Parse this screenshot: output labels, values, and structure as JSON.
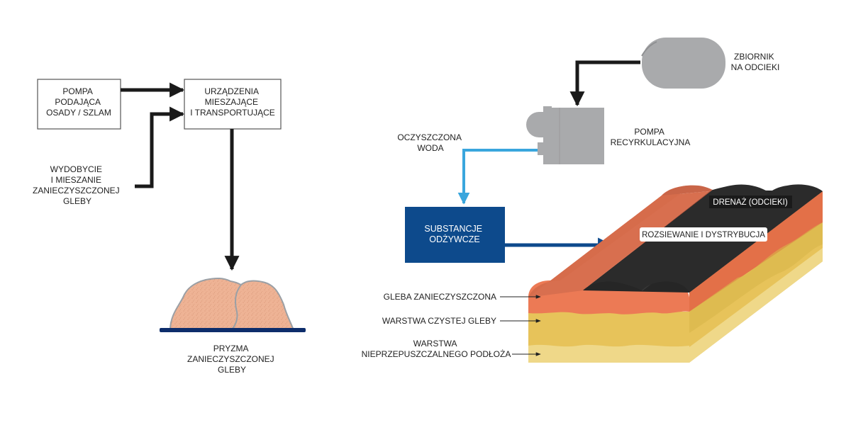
{
  "left_flow": {
    "pump_label": [
      "POMPA",
      "PODAJĄCA",
      "OSADY / SZLAM"
    ],
    "mixing_label": [
      "URZĄDZENIA",
      "MIESZAJĄCE",
      "I TRANSPORTUJĄCE"
    ],
    "excavation_label": [
      "WYDOBYCIE",
      "I MIESZANIE",
      "ZANIECZYSZCZONEJ",
      "GLEBY"
    ],
    "pile_label": [
      "PRYZMA",
      "ZANIECZYSZCZONEJ",
      "GLEBY"
    ]
  },
  "right_flow": {
    "tank_label": [
      "ZBIORNIK",
      "NA ODCIEKI"
    ],
    "recirc_pump_label": [
      "POMPA",
      "RECYRKULACYJNA"
    ],
    "clean_water_label": [
      "OCZYSZCZONA",
      "WODA"
    ],
    "nutrients_label": [
      "SUBSTANCJE",
      "ODŻYWCZE"
    ],
    "drainage_label": "DRENAŻ (ODCIEKI)",
    "distribution_label": "ROZSIEWANIE I DYSTRYBUCJA",
    "contaminated_soil_label": "GLEBA ZANIECZYSZCZONA",
    "clean_soil_label": "WARSTWA CZYSTEJ GLEBY",
    "impermeable_label": [
      "WARSTWA",
      "NIEPRZEPUSZCZALNEGO PODŁOŻA"
    ]
  },
  "colors": {
    "arrow_black": "#1a1a1a",
    "water_blue": "#3aa6dd",
    "nutrient_blue": "#0d4a8c",
    "equipment_gray": "#a9aaac",
    "soil_contaminated": "#ec7a55",
    "soil_clean": "#e7c35a",
    "soil_base": "#efd889",
    "drainage_black": "#262626",
    "pile_fill": "#eeb395"
  }
}
